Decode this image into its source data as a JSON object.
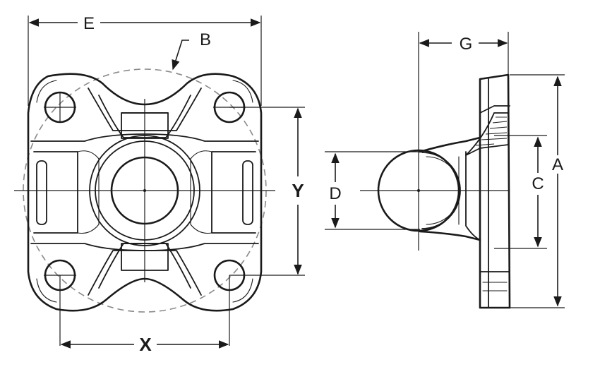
{
  "labels": {
    "E": "E",
    "B": "B",
    "G": "G",
    "Y": "Y",
    "X": "X",
    "D": "D",
    "C": "C",
    "A": "A"
  }
}
